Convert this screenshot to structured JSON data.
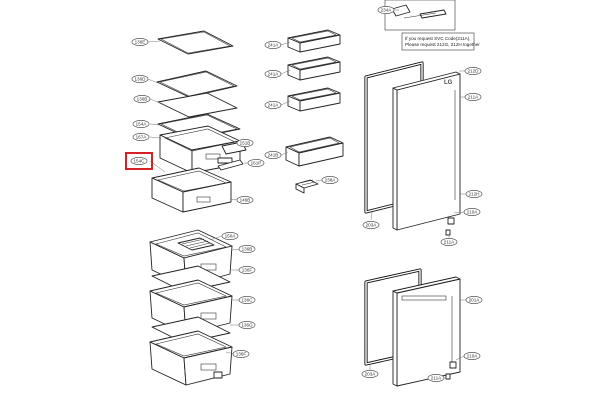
{
  "labels": {
    "shelf_top": "136E",
    "shelf_2": "136D",
    "shelf_3": "136B",
    "crisper_cover": "154A",
    "crisper_frame": "167A",
    "crisper_rail": "151B",
    "highlighted": "154C",
    "rail_slide": "161P",
    "drawer_lower": "146B",
    "crisper_tray": "150A",
    "bin_1": "136B",
    "bin_1_rail": "136F",
    "bin_2": "136C",
    "bin_3": "136G",
    "bin_3_rail": "136F",
    "egg_tray": "238A",
    "basket_1": "241A",
    "basket_2": "241A",
    "basket_3": "241A",
    "basket_4": "241B",
    "top_part": "234A",
    "door_upper": "211A",
    "door_logo": "212D",
    "gasket_upper": "203A",
    "hinge_mid": "212H",
    "hinge_a": "210A",
    "hinge_b": "211A",
    "door_lower": "201A",
    "gasket_lower": "203A",
    "hinge_c": "210A",
    "hinge_d": "211A"
  },
  "note": {
    "line1": "If you request SVC Code(211A),",
    "line2": "Please request 212G, 212H together"
  },
  "logo": "LG",
  "colors": {
    "highlight": "#d61f26",
    "stroke": "#222222"
  }
}
